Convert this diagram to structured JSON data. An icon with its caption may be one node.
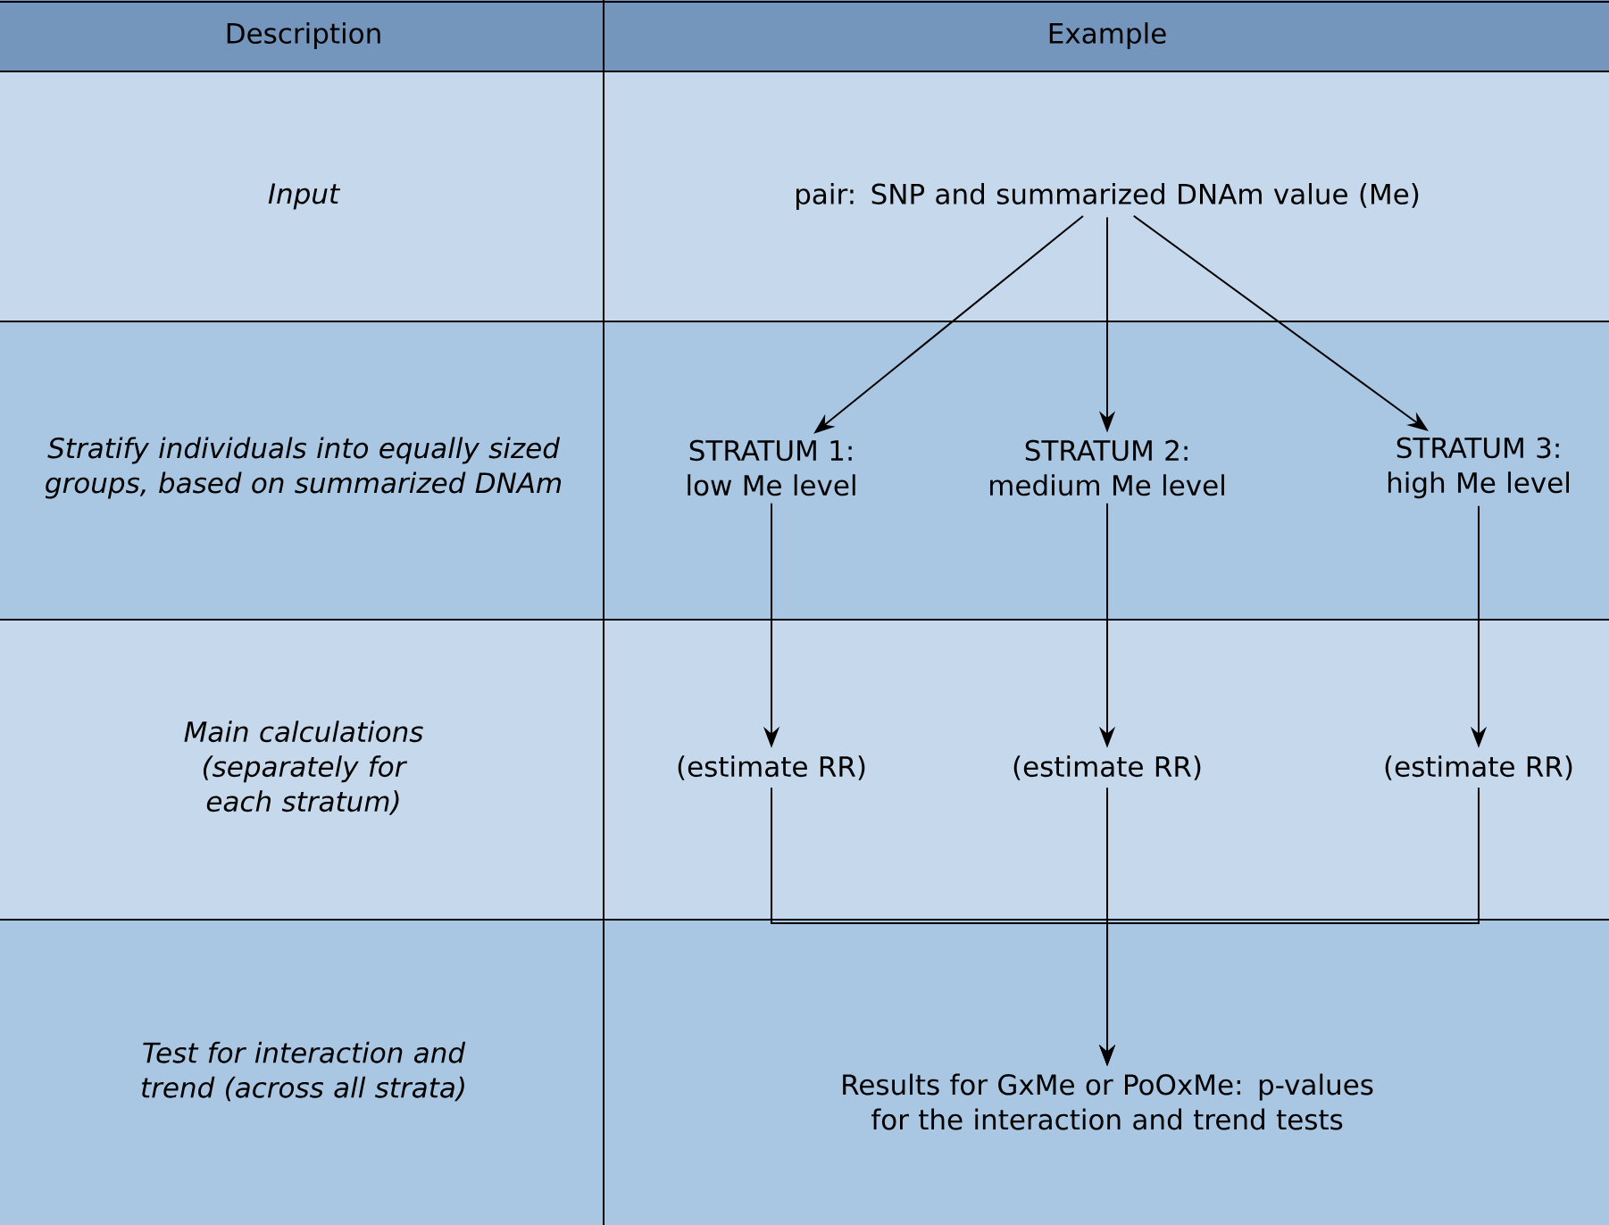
{
  "diagram": {
    "nodes": [
      {
        "text": [
          "pair: SNP and summarized DNAm value (Me)"
        ]
      },
      {
        "text": [
          "STRATUM 1: low Me level"
        ]
      },
      {
        "text": [
          "STRATUM 2: medium Me level"
        ]
      },
      {
        "text": [
          "STRATUM 3: high Me level"
        ]
      },
      {
        "text": [
          "(estimate RR)"
        ]
      },
      {
        "text": [
          "(estimate RR)"
        ]
      },
      {
        "text": [
          "(estimate RR)"
        ]
      },
      {
        "text": [
          "Results for GxMe or PoOxMe: p-values for the interaction and trend tests"
        ]
      }
    ],
    "edges": [
      {
        "from": 0,
        "to": 1,
        "arrow": "to"
      },
      {
        "from": 0,
        "to": 2,
        "arrow": "to"
      },
      {
        "from": 0,
        "to": 3,
        "arrow": "to"
      },
      {
        "from": 1,
        "to": 4,
        "arrow": "to"
      },
      {
        "from": 2,
        "to": 5,
        "arrow": "to"
      },
      {
        "from": 3,
        "to": 6,
        "arrow": "to"
      },
      {
        "from": 4,
        "to": 7,
        "arrow": "to"
      },
      {
        "from": 5,
        "to": 7,
        "arrow": "to"
      },
      {
        "from": 6,
        "to": 7,
        "arrow": "to"
      }
    ],
    "labels": [
      "Description",
      "Example",
      "Input",
      "Stratify individuals into equally sized groups, based on summarized DNAm",
      "Main calculations (separately for each stratum)",
      "Test for interaction and trend (across all strata)"
    ]
  }
}
